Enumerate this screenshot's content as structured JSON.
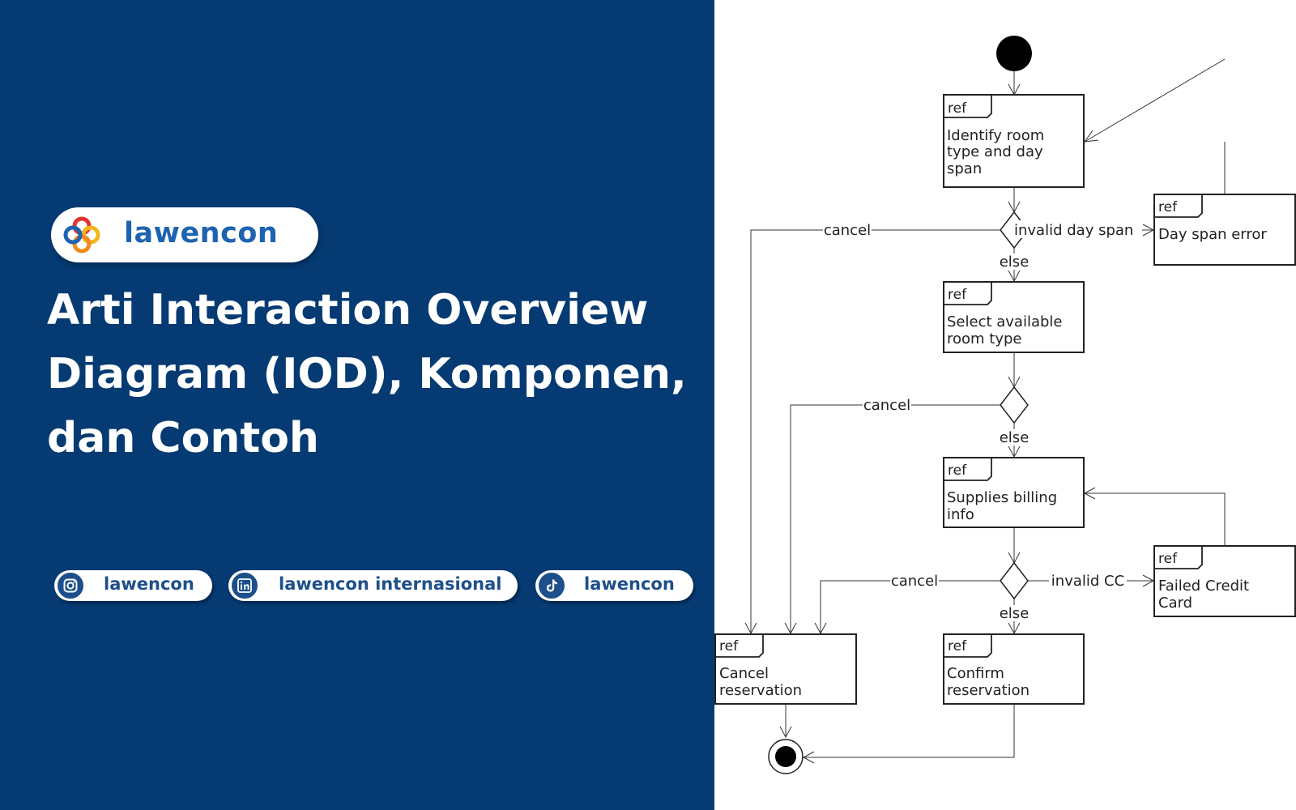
{
  "brand": {
    "logo_text": "lawencon",
    "colors": {
      "navy": "#053a72",
      "brand_blue": "#1d63b0",
      "red": "#e3322f",
      "yellow": "#f5b51b",
      "orange": "#f08a1c"
    }
  },
  "title": {
    "lines": [
      "Arti Interaction Overview",
      "Diagram (IOD), Komponen,",
      "dan Contoh"
    ]
  },
  "social": [
    {
      "icon": "instagram-icon",
      "label": "lawencon"
    },
    {
      "icon": "linkedin-icon",
      "label": "lawencon internasional"
    },
    {
      "icon": "tiktok-icon",
      "label": "lawencon"
    }
  ],
  "diagram": {
    "ref_keyword": "ref",
    "nodes": {
      "identify": [
        "Identify room",
        "type and day",
        "span"
      ],
      "day_span_error": [
        "Day span error"
      ],
      "select_room": [
        "Select available",
        "room type"
      ],
      "billing": [
        "Supplies billing",
        "info"
      ],
      "failed_cc": [
        "Failed Credit",
        "Card"
      ],
      "cancel": [
        "Cancel",
        "reservation"
      ],
      "confirm": [
        "Confirm",
        "reservation"
      ]
    },
    "guards": {
      "cancel_1": "cancel",
      "invalid_day_span": "invalid day span",
      "else_1": "else",
      "cancel_2": "cancel",
      "else_2": "else",
      "cancel_3": "cancel",
      "invalid_cc": "invalid CC",
      "else_3": "else"
    }
  }
}
